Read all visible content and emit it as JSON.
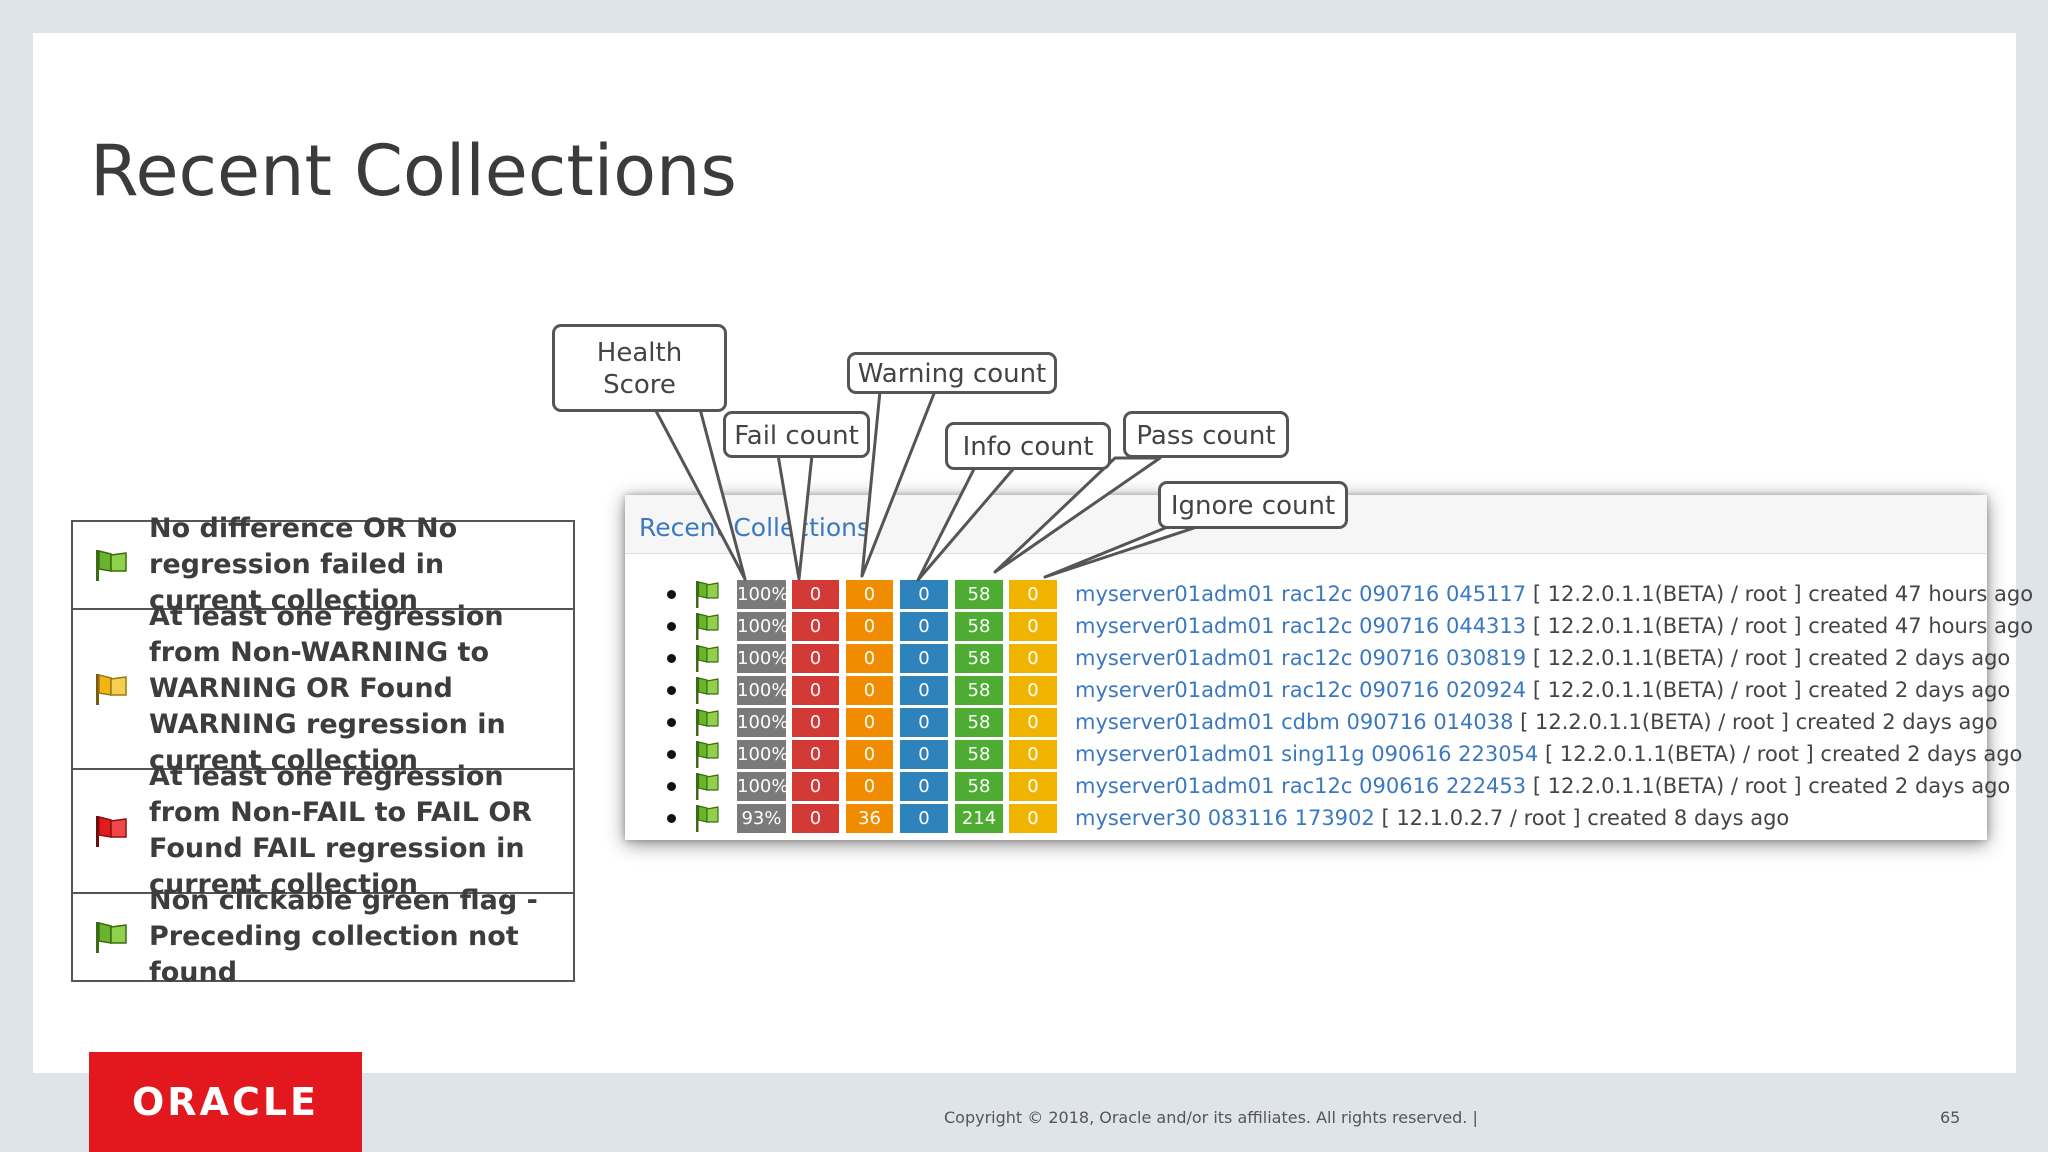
{
  "title": "Recent Collections",
  "legend": [
    {
      "icon": "green-flag-icon",
      "color": "#6ab42d",
      "text": "No difference OR No regression failed in current collection"
    },
    {
      "icon": "yellow-flag-icon",
      "color": "#f3b515",
      "text": "At least one regression from Non-WARNING to WARNING  OR Found WARNING regression in current collection"
    },
    {
      "icon": "red-flag-icon",
      "color": "#e41b1b",
      "text": "At least one regression from Non-FAIL to FAIL OR Found FAIL regression in current collection"
    },
    {
      "icon": "green-flag-icon",
      "color": "#6ab42d",
      "text": "Non clickable green flag - Preceding collection not found"
    }
  ],
  "panel": {
    "title": "Recent Collections",
    "rows": [
      {
        "score": "100%",
        "fail": "0",
        "warn": "0",
        "info": "0",
        "pass": "58",
        "ignore": "0",
        "link": "myserver01adm01 rac12c 090716 045117",
        "meta": "[ 12.2.0.1.1(BETA) / root ] created 47 hours ago"
      },
      {
        "score": "100%",
        "fail": "0",
        "warn": "0",
        "info": "0",
        "pass": "58",
        "ignore": "0",
        "link": "myserver01adm01 rac12c 090716 044313",
        "meta": "[ 12.2.0.1.1(BETA) / root ] created 47 hours ago"
      },
      {
        "score": "100%",
        "fail": "0",
        "warn": "0",
        "info": "0",
        "pass": "58",
        "ignore": "0",
        "link": "myserver01adm01 rac12c 090716 030819",
        "meta": "[ 12.2.0.1.1(BETA) / root ] created 2 days ago"
      },
      {
        "score": "100%",
        "fail": "0",
        "warn": "0",
        "info": "0",
        "pass": "58",
        "ignore": "0",
        "link": "myserver01adm01 rac12c 090716 020924",
        "meta": "[ 12.2.0.1.1(BETA) / root ] created 2 days ago"
      },
      {
        "score": "100%",
        "fail": "0",
        "warn": "0",
        "info": "0",
        "pass": "58",
        "ignore": "0",
        "link": "myserver01adm01 cdbm 090716 014038",
        "meta": "[ 12.2.0.1.1(BETA) / root ] created 2 days ago"
      },
      {
        "score": "100%",
        "fail": "0",
        "warn": "0",
        "info": "0",
        "pass": "58",
        "ignore": "0",
        "link": "myserver01adm01 sing11g 090616 223054",
        "meta": "[ 12.2.0.1.1(BETA) / root ] created 2 days ago"
      },
      {
        "score": "100%",
        "fail": "0",
        "warn": "0",
        "info": "0",
        "pass": "58",
        "ignore": "0",
        "link": "myserver01adm01 rac12c 090616 222453",
        "meta": "[ 12.2.0.1.1(BETA) / root ] created 2 days ago"
      },
      {
        "score": "93%",
        "fail": "0",
        "warn": "36",
        "info": "0",
        "pass": "214",
        "ignore": "0",
        "link": "myserver30 083116 173902",
        "meta": "[ 12.1.0.2.7 / root ] created 8 days ago"
      }
    ]
  },
  "callouts": {
    "health": "Health Score",
    "fail": "Fail count",
    "warning": "Warning count",
    "info": "Info count",
    "pass": "Pass count",
    "ignore": "Ignore count"
  },
  "footer": {
    "logo": "ORACLE",
    "copyright": "Copyright © 2018, Oracle and/or its affiliates. All rights reserved.  |",
    "page": "65"
  },
  "colors": {
    "score": "#7a7a7a",
    "fail": "#d33a35",
    "warn": "#f08c00",
    "info": "#2f83bd",
    "pass": "#4fac33",
    "ignore": "#f0b400",
    "link": "#3a79c0",
    "brand_red": "#e3181e"
  }
}
